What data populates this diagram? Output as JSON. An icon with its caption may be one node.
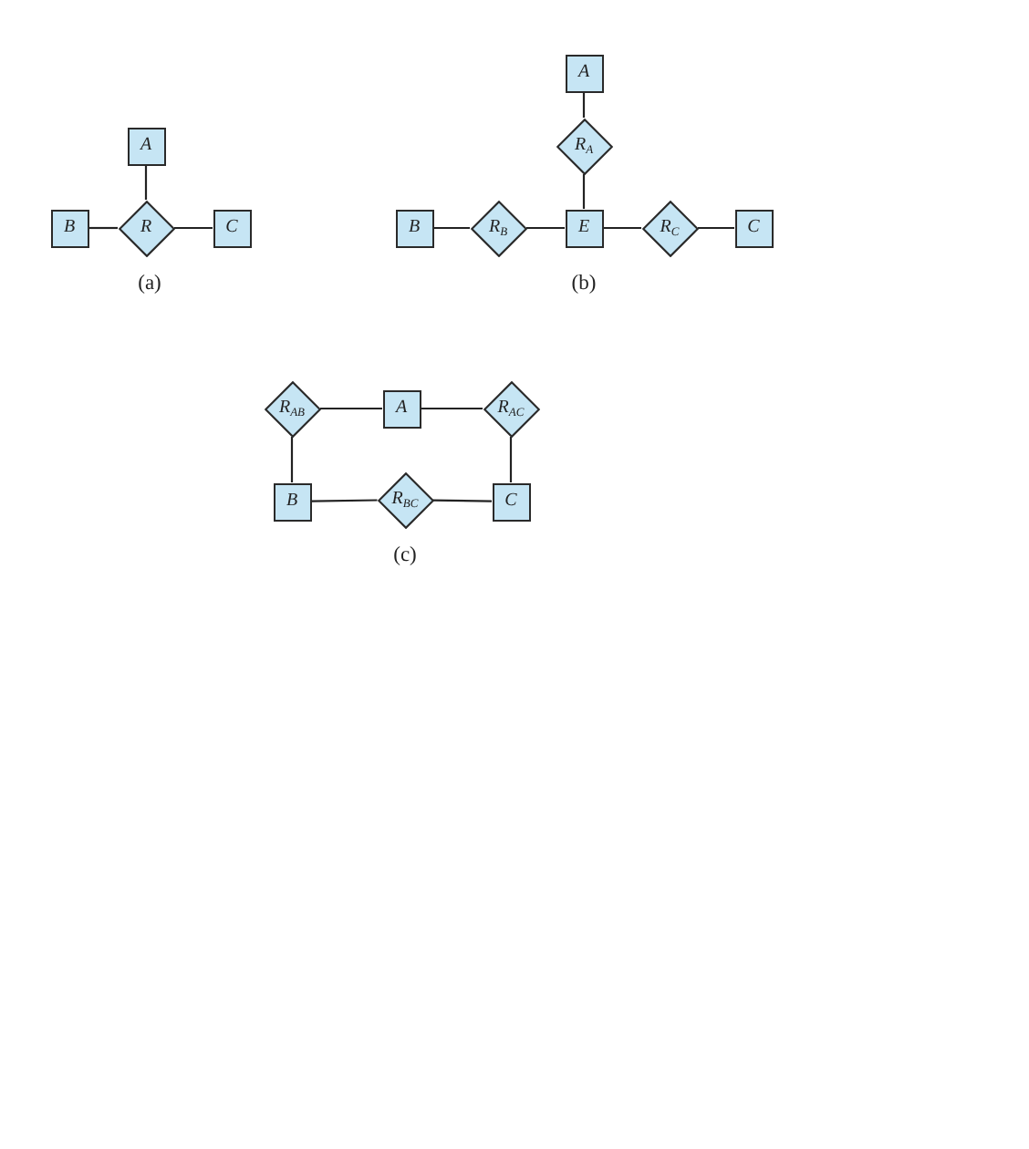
{
  "diagram": {
    "nodes": [
      {
        "text": [
          "A"
        ]
      },
      {
        "text": [
          "B"
        ]
      },
      {
        "text": [
          "R"
        ]
      },
      {
        "text": [
          "C"
        ]
      },
      {
        "text": [
          "A"
        ]
      },
      {
        "text": [
          "R$_{A}$"
        ]
      },
      {
        "text": [
          "B"
        ]
      },
      {
        "text": [
          "R$_{B}$"
        ]
      },
      {
        "text": [
          "E"
        ]
      },
      {
        "text": [
          "R$_{C}$"
        ]
      },
      {
        "text": [
          "C"
        ]
      },
      {
        "text": [
          "R$_{AB}$"
        ]
      },
      {
        "text": [
          "A"
        ]
      },
      {
        "text": [
          "R$_{AC}$"
        ]
      },
      {
        "text": [
          "B"
        ]
      },
      {
        "text": [
          "R$_{BC}$"
        ]
      },
      {
        "text": [
          "C"
        ]
      }
    ],
    "edges": [
      {
        "from": 2,
        "to": 0,
        "arrow": "none"
      },
      {
        "from": 1,
        "to": 2,
        "arrow": "none"
      },
      {
        "from": 2,
        "to": 3,
        "arrow": "none"
      },
      {
        "from": 4,
        "to": 5,
        "arrow": "none"
      },
      {
        "from": 5,
        "to": 8,
        "arrow": "none"
      },
      {
        "from": 6,
        "to": 7,
        "arrow": "none"
      },
      {
        "from": 7,
        "to": 8,
        "arrow": "none"
      },
      {
        "from": 8,
        "to": 9,
        "arrow": "none"
      },
      {
        "from": 9,
        "to": 10,
        "arrow": "none"
      },
      {
        "from": 11,
        "to": 12,
        "arrow": "none"
      },
      {
        "from": 12,
        "to": 13,
        "arrow": "none"
      },
      {
        "from": 11,
        "to": 14,
        "arrow": "none"
      },
      {
        "from": 13,
        "to": 16,
        "arrow": "none"
      },
      {
        "from": 14,
        "to": 15,
        "arrow": "none"
      },
      {
        "from": 15,
        "to": 16,
        "arrow": "none"
      }
    ],
    "labels": [
      "(a)",
      "(b)",
      "(c)"
    ]
  }
}
